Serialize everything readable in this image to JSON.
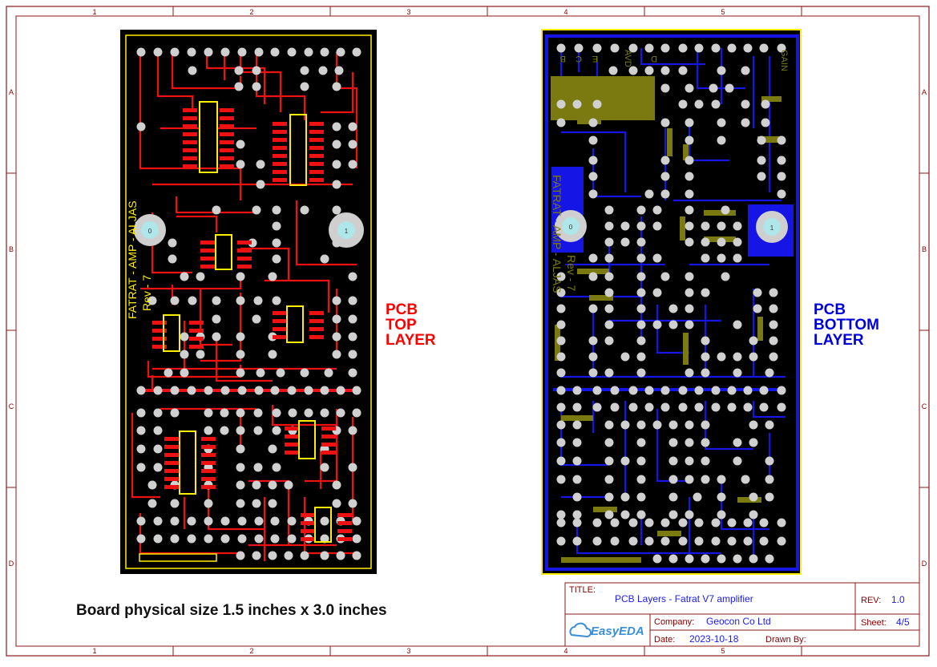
{
  "sheet": {
    "col_markers": [
      "1",
      "2",
      "3",
      "4",
      "5"
    ],
    "row_markers": [
      "A",
      "B",
      "C",
      "D"
    ],
    "note": "Board physical size 1.5 inches x 3.0 inches"
  },
  "top_board": {
    "label_lines": [
      "PCB",
      "TOP",
      "LAYER"
    ],
    "silk_line1": "FATRAT - AMP - ALJAS",
    "silk_line2": "Rev - 7",
    "hole_left": "0",
    "hole_right": "1",
    "colors": {
      "board": "#000000",
      "copper": "#ee1111",
      "silk": "#ffee00",
      "pad": "#d0d0d0"
    }
  },
  "bottom_board": {
    "label_lines": [
      "PCB",
      "BOTTOM",
      "LAYER"
    ],
    "silk_line1": "FATRAT - AMP - ALJAS",
    "silk_line2": "Rev - 7",
    "hole_left": "0",
    "hole_right": "1",
    "pin_labels": [
      "B",
      "C",
      "E",
      "AVD",
      "D",
      "GAIN"
    ],
    "colors": {
      "board": "#000000",
      "copper": "#1515e6",
      "silk": "#7a7a10",
      "pad": "#d0d0d0"
    }
  },
  "title_block": {
    "title_key": "TITLE:",
    "title": "PCB Layers - Fatrat V7 amplifier",
    "rev_key": "REV:",
    "rev": "1.0",
    "company_key": "Company:",
    "company": "Geocon Co Ltd",
    "sheet_key": "Sheet:",
    "sheet": "4/5",
    "date_key": "Date:",
    "date": "2023-10-18",
    "drawn_key": "Drawn By:",
    "drawn_by": "",
    "logo_text": "EasyEDA"
  }
}
